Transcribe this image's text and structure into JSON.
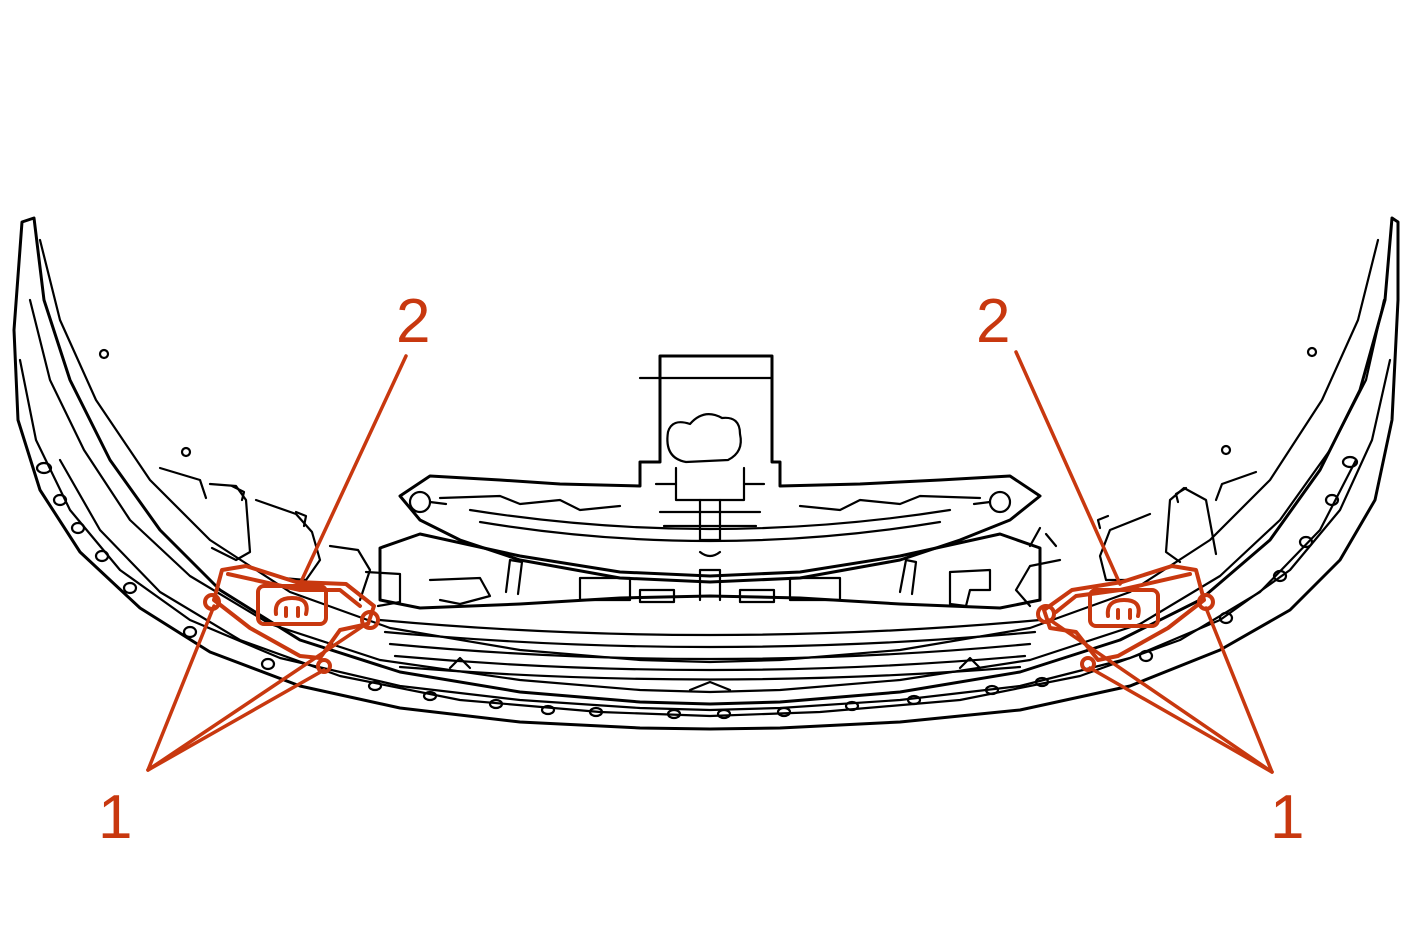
{
  "colors": {
    "line": "#000000",
    "highlight": "#c8380f",
    "background": "#ffffff"
  },
  "callouts": [
    {
      "id": "fastener-left",
      "label": "1"
    },
    {
      "id": "bracket-left",
      "label": "2"
    },
    {
      "id": "bracket-right",
      "label": "2"
    },
    {
      "id": "fastener-right",
      "label": "1"
    }
  ]
}
